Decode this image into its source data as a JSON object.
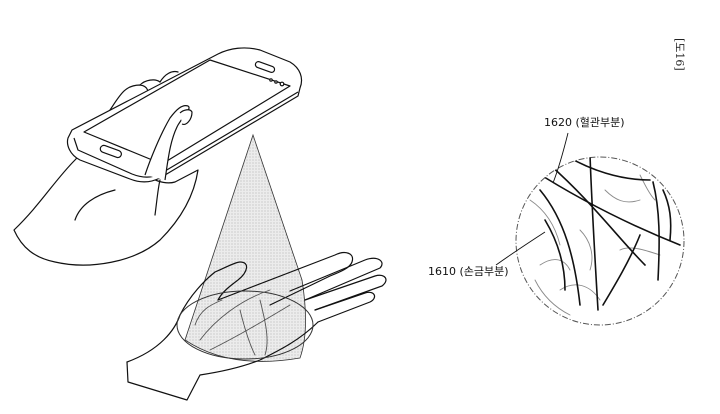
{
  "figure": {
    "label": "[도16]"
  },
  "callouts": [
    {
      "id": "1620",
      "text": "1620 (혈관부분)"
    },
    {
      "id": "1610",
      "text": "1610 (손금부분)"
    }
  ],
  "colors": {
    "line": "#111111",
    "beam_fill": "#d9d9d9",
    "dashed_circle": "#555555",
    "vein_gray": "#8a8a8a"
  }
}
